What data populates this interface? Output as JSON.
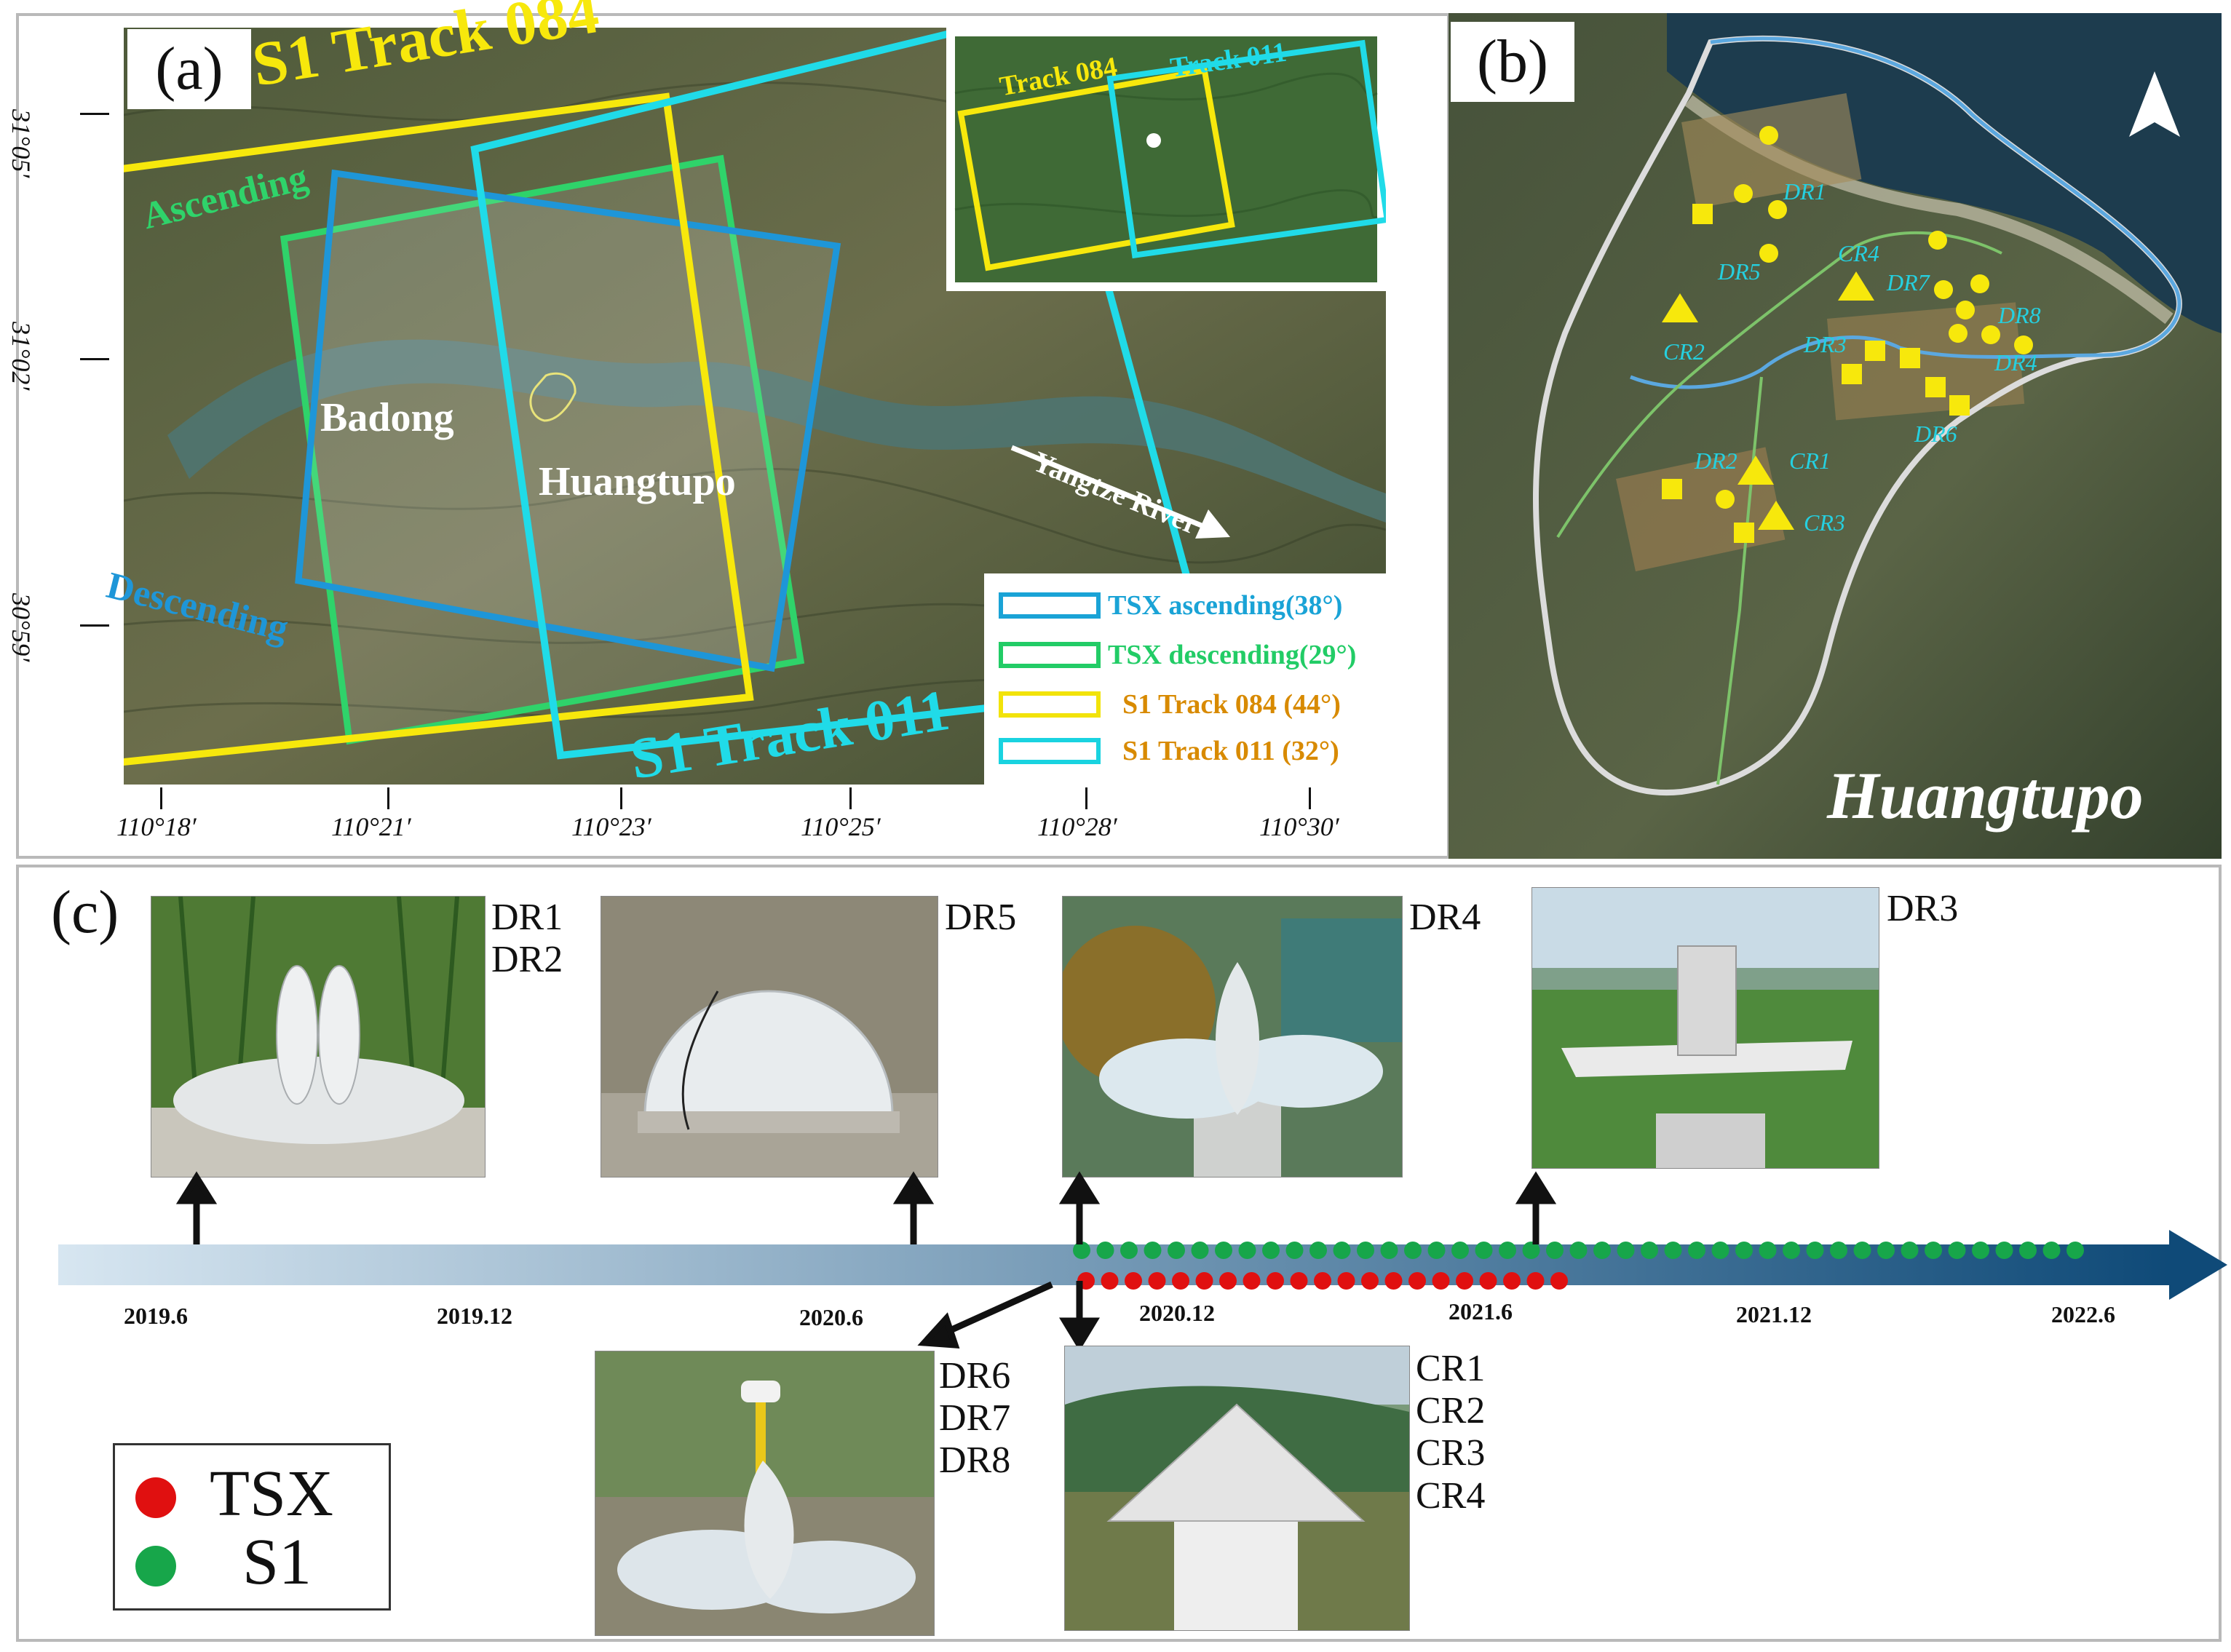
{
  "panel_a": {
    "label": "(a)",
    "places": {
      "badong": "Badong",
      "huangtupo": "Huangtupo",
      "river": "Yangtze River"
    },
    "tracks": {
      "s1_084": "S1 Track 084",
      "s1_011": "S1 Track 011",
      "ascending": "Ascending",
      "descending": "Descending"
    },
    "inset": {
      "track084": "Track 084",
      "track011": "Track 011"
    },
    "lat_labels": [
      "31°05′",
      "31°02′",
      "30°59′"
    ],
    "lon_labels": [
      "110°18′",
      "110°21′",
      "110°23′",
      "110°25′",
      "110°28′",
      "110°30′"
    ],
    "legend": [
      {
        "label": "TSX ascending(38°)",
        "color": "#1aa3d6"
      },
      {
        "label": "TSX descending(29°)",
        "color": "#22cc66"
      },
      {
        "label": "S1 Track 084 (44°)",
        "color": "#f2e30a"
      },
      {
        "label": "S1 Track 011 (32°)",
        "color": "#19d3e0"
      }
    ],
    "colors": {
      "tsx_asc": "#1e96d8",
      "tsx_desc": "#2fd36a",
      "s1_084": "#f7e80c",
      "s1_011": "#20dbe8",
      "legend_text": "#d88a00"
    }
  },
  "panel_b": {
    "label": "(b)",
    "title": "Huangtupo",
    "markers": {
      "dr": [
        "DR1",
        "DR2",
        "DR3",
        "DR4",
        "DR5",
        "DR6",
        "DR7",
        "DR8"
      ],
      "cr": [
        "CR1",
        "CR2",
        "CR3",
        "CR4"
      ]
    }
  },
  "panel_c": {
    "label": "(c)",
    "photos": [
      {
        "caption": "DR1\nDR2"
      },
      {
        "caption": "DR5"
      },
      {
        "caption": "DR4"
      },
      {
        "caption": "DR3"
      },
      {
        "caption": "DR6\nDR7\nDR8"
      },
      {
        "caption": "CR1\nCR2\nCR3\nCR4"
      }
    ],
    "timeline_dates": [
      "2019.6",
      "2019.12",
      "2020.6",
      "2020.12",
      "2021.6",
      "2021.12",
      "2022.6"
    ],
    "legend": [
      {
        "label": "TSX",
        "color": "#e01010"
      },
      {
        "label": "S1",
        "color": "#17a64a"
      }
    ],
    "acquisitions": {
      "s1_count": 43,
      "tsx_count": 21
    }
  }
}
